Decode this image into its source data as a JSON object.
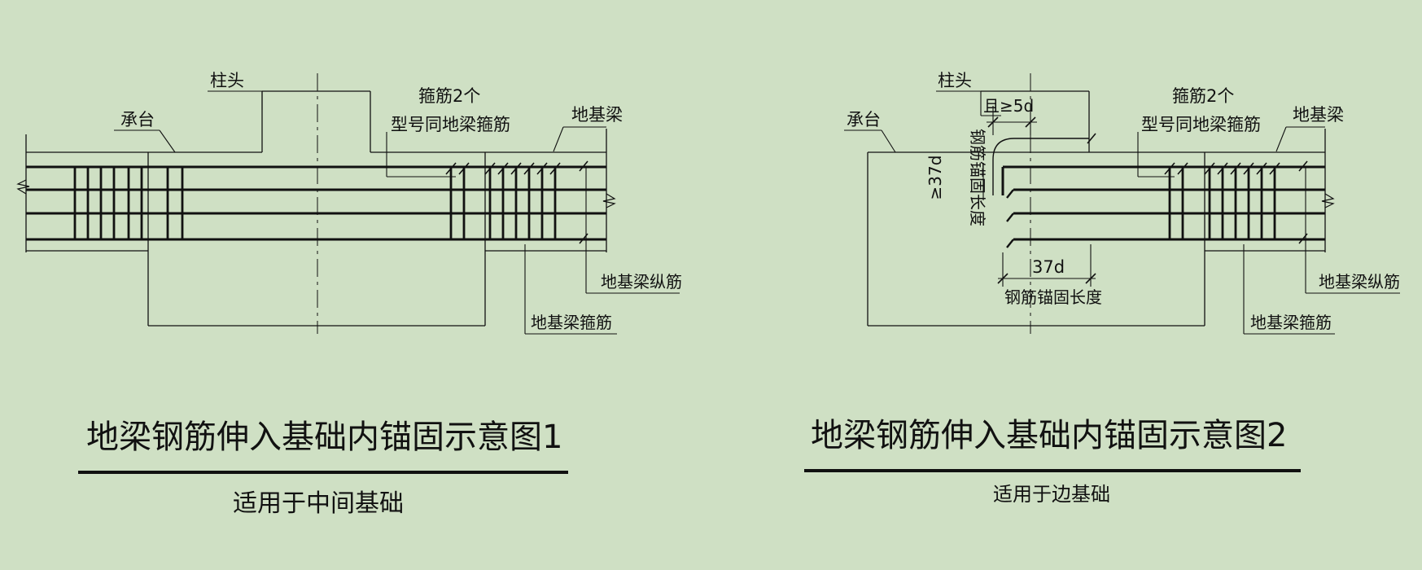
{
  "diagram1": {
    "label_column_head": "柱头",
    "label_pile_cap": "承台",
    "label_stirrup_count": "箍筋2个",
    "label_stirrup_type": "型号同地梁箍筋",
    "label_ground_beam": "地基梁",
    "label_long_bar": "地基梁纵筋",
    "label_beam_stirrup": "地基梁箍筋",
    "title": "地梁钢筋伸入基础内锚固示意图1",
    "subtitle": "适用于中间基础"
  },
  "diagram2": {
    "label_column_head": "柱头",
    "label_pile_cap": "承台",
    "label_min_5d": "且≥5d",
    "label_37d_min": "≥37d",
    "label_anchor_vertical": "钢筋锚固长度",
    "label_stirrup_count": "箍筋2个",
    "label_stirrup_type": "型号同地梁箍筋",
    "label_ground_beam": "地基梁",
    "label_long_bar": "地基梁纵筋",
    "label_beam_stirrup": "地基梁箍筋",
    "label_37d": "37d",
    "label_anchor_length": "钢筋锚固长度",
    "title": "地梁钢筋伸入基础内锚固示意图2",
    "subtitle": "适用于边基础"
  },
  "colors": {
    "background": "#cfe0c4",
    "line": "#111111"
  }
}
